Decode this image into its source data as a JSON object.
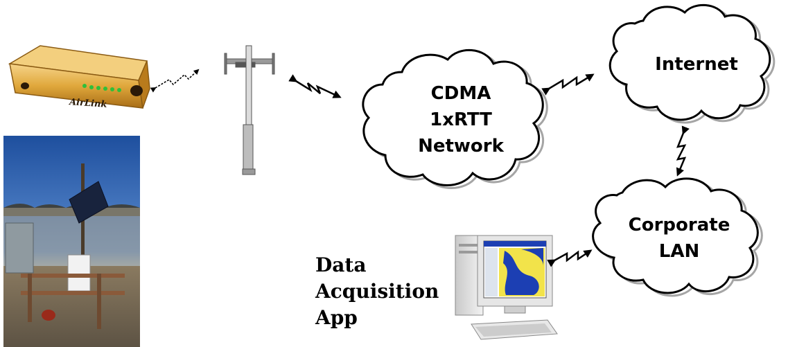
{
  "diagram": {
    "nodes": {
      "cdma": {
        "lines": [
          "CDMA",
          "1xRTT",
          "Network"
        ]
      },
      "internet": {
        "lines": [
          "Internet"
        ]
      },
      "lan": {
        "lines": [
          "Corporate",
          "LAN"
        ]
      },
      "app": {
        "lines": [
          "Data",
          "Acquisition",
          "App"
        ]
      }
    },
    "modem": {
      "brand": "AirLink"
    },
    "icons": {
      "modem": "airlink-modem-icon",
      "tower": "cell-tower-icon",
      "site": "field-site-photo-icon",
      "computer": "desktop-computer-icon"
    },
    "links": [
      {
        "from": "modem",
        "to": "tower",
        "style": "dashed-zigzag"
      },
      {
        "from": "tower",
        "to": "cdma",
        "style": "zigzag"
      },
      {
        "from": "cdma",
        "to": "internet",
        "style": "zigzag"
      },
      {
        "from": "internet",
        "to": "lan",
        "style": "zigzag"
      },
      {
        "from": "lan",
        "to": "computer",
        "style": "zigzag"
      }
    ],
    "colors": {
      "modem_body": "#e0a83c",
      "led": "#2fbf3a",
      "sky": "#2f63ad",
      "map_water": "#1c3fb3",
      "map_land": "#f2e34a"
    }
  }
}
